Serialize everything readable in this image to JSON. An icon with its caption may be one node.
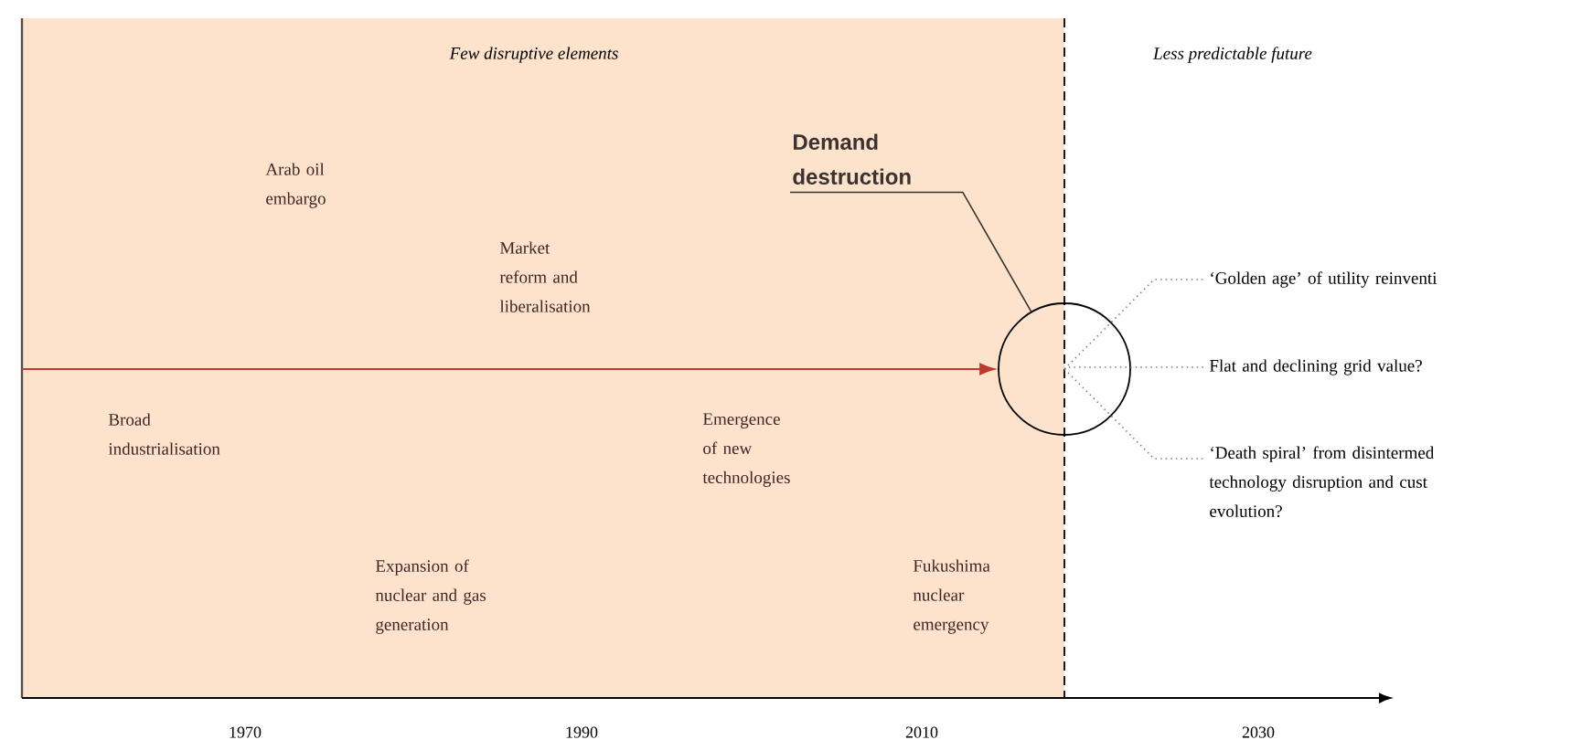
{
  "diagram": {
    "nodes": [
      {
        "text": [
          "Demand destruction"
        ]
      },
      {
        "text": [],
        "shape": "circle"
      },
      {
        "text": [
          "‘Golden age’ of utility reinventi"
        ]
      },
      {
        "text": [
          "Flat and declining grid value?"
        ]
      },
      {
        "text": [
          "‘Death spiral’ from disintermed technology disruption and cust evolution?"
        ]
      }
    ],
    "edges": [
      {
        "from": 0,
        "to": 1,
        "arrow": "none",
        "color": "#333333"
      },
      {
        "from": 1,
        "to": 2,
        "arrow": "none",
        "style": "dashed"
      },
      {
        "from": 1,
        "to": 3,
        "arrow": "none",
        "style": "dashed"
      },
      {
        "from": 1,
        "to": 4,
        "arrow": "none",
        "style": "dashed"
      },
      {
        "from": null,
        "to": 1,
        "arrow": "to",
        "color": "#c0392b"
      }
    ],
    "labels": [
      "Few disruptive elements",
      "Less predictable future",
      "Arab oil embargo",
      "Market reform and liberalisation",
      "Broad industrialisation",
      "Emergence of new technologies",
      "Expansion of nuclear and gas generation",
      "Fukushima nuclear emergency",
      "1970",
      "1990",
      "2010",
      "2030"
    ]
  }
}
